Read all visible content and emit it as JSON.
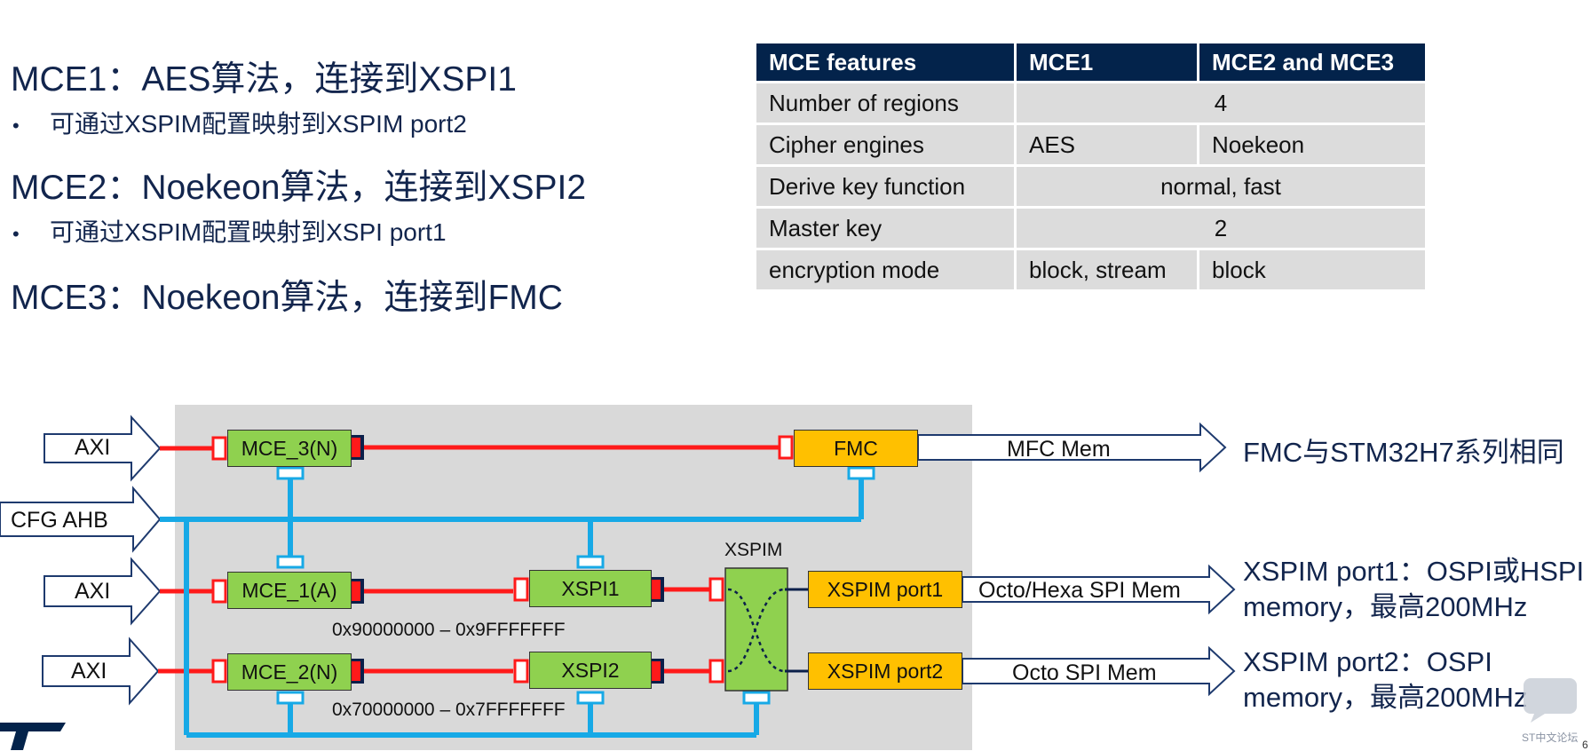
{
  "headings": {
    "mce1": "MCE1：AES算法，连接到XSPI1",
    "mce1_bullet": "可通过XSPIM配置映射到XSPIM port2",
    "mce2": "MCE2：Noekeon算法，连接到XSPI2",
    "mce2_bullet": "可通过XSPIM配置映射到XSPI port1",
    "mce3": "MCE3：Noekeon算法，连接到FMC",
    "bullet_symbol": "•"
  },
  "table": {
    "headers": [
      "MCE features",
      "MCE1",
      "MCE2 and MCE3"
    ],
    "rows": [
      {
        "feature": "Number of regions",
        "merged": "4"
      },
      {
        "feature": "Cipher engines",
        "mce1": "AES",
        "mce23": "Noekeon"
      },
      {
        "feature": "Derive key function",
        "merged": "normal, fast"
      },
      {
        "feature": "Master key",
        "merged": "2"
      },
      {
        "feature": "encryption mode",
        "mce1": "block, stream",
        "mce23": "block"
      }
    ]
  },
  "diagram": {
    "axi1": "AXI",
    "axi2": "AXI",
    "axi3": "AXI",
    "cfg_ahb": "CFG AHB",
    "mce3_block": "MCE_3(N)",
    "mce1_block": "MCE_1(A)",
    "mce2_block": "MCE_2(N)",
    "fmc_block": "FMC",
    "xspi1_block": "XSPI1",
    "xspi2_block": "XSPI2",
    "xspim_label": "XSPIM",
    "xspim_port1": "XSPIM port1",
    "xspim_port2": "XSPIM port2",
    "addr1": "0x90000000 – 0x9FFFFFFF",
    "addr2": "0x70000000 – 0x7FFFFFFF",
    "out_fmc": "MFC Mem",
    "out_port1": "Octo/Hexa SPI Mem",
    "out_port2": "Octo SPI Mem",
    "note_fmc": "FMC与STM32H7系列相同",
    "note_port1_l1": "XSPIM port1：OSPI或HSPI",
    "note_port1_l2": "memory，最高200MHz",
    "note_port2_l1": "XSPIM port2：OSPI",
    "note_port2_l2": "memory，最高200MHz",
    "watermark": "ST中文论坛",
    "page_number": "6"
  },
  "colors": {
    "header_bg": "#03234b",
    "row_bg": "#dcdcdc",
    "bus_red": "#ff1a1a",
    "bus_blue": "#17a9e6",
    "block_green": "#8fd14f",
    "block_yellow": "#ffc000",
    "diagram_bg": "#d9d9d9"
  }
}
